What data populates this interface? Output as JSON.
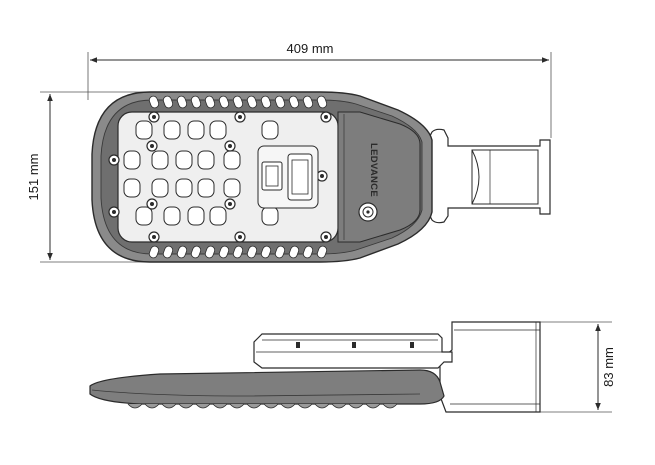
{
  "dimensions": {
    "length": "409 mm",
    "width": "151 mm",
    "height": "83 mm"
  },
  "brand": {
    "logo_text": "LEDVANCE",
    "logo_icon": "ledvance-logo-icon"
  },
  "colors": {
    "line": "#2b2b2b",
    "housing": "#7a7a7a",
    "housing_dark": "#555555",
    "panel": "#e8e8e8",
    "background": "#ffffff"
  }
}
